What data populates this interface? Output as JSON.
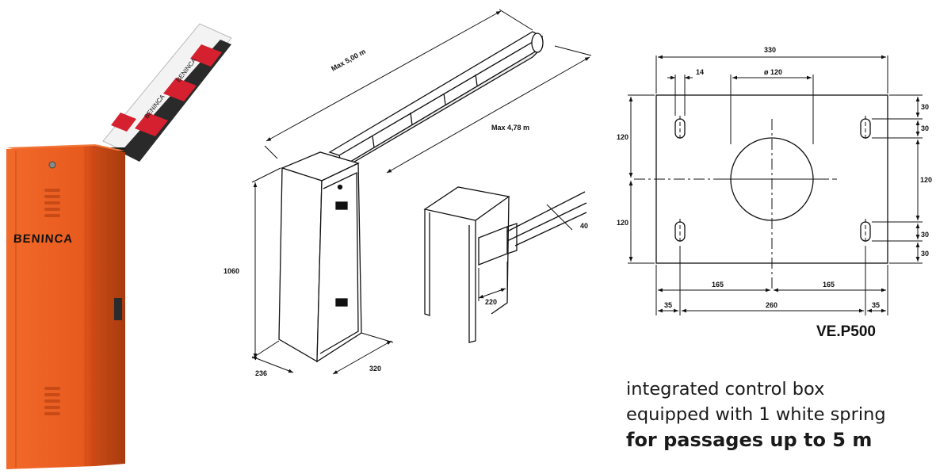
{
  "barrier_photo": {
    "brand": "BENINCA",
    "boom_text": "BENINCA"
  },
  "side_view": {
    "boom_length_max": "Max 5,00 m",
    "boom_useful_max": "Max 4,78 m",
    "cabinet_height": "1060",
    "cabinet_depth": "236",
    "cabinet_width": "320",
    "boom_profile_size": "40",
    "bracket_length": "220"
  },
  "base_plate": {
    "title": "VE.P500",
    "overall_width": "330",
    "slot_width": "14",
    "hole_diameter": "ø 120",
    "left_upper_height": "120",
    "left_lower_height": "120",
    "right_top_offset": "30",
    "right_slot_top": "30",
    "right_middle": "120",
    "right_slot_bottom": "30",
    "right_bottom_offset": "30",
    "half_left": "165",
    "half_right": "165",
    "edge_left": "35",
    "slot_span": "260",
    "edge_right": "35"
  },
  "caption": {
    "line1": "integrated control box",
    "line2": "equipped with 1 white spring",
    "line3": "for passages up to 5 m"
  },
  "colors": {
    "cabinet_orange": "#e85a1e",
    "line": "#111111",
    "boom_red": "#d4202f"
  }
}
